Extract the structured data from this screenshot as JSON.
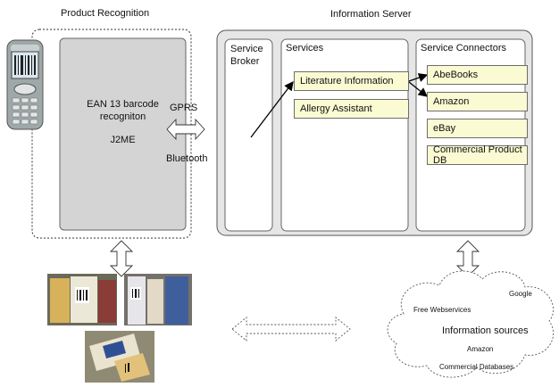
{
  "product_recognition": {
    "title": "Product Recognition",
    "app_line1": "EAN 13 barcode",
    "app_line2": "recogniton",
    "platform": "J2ME"
  },
  "link": {
    "gprs": "GPRS",
    "bluetooth": "Bluetooth"
  },
  "information_server": {
    "title": "Information Server",
    "service_broker_line1": "Service",
    "service_broker_line2": "Broker",
    "services_title": "Services",
    "services": [
      "Literature Information",
      "Allergy Assistant"
    ],
    "connectors_title": "Service Connectors",
    "connectors": [
      "AbeBooks",
      "Amazon",
      "eBay",
      "Commercial Product DB"
    ]
  },
  "cloud": {
    "google": "Google",
    "free_webservices": "Free Webservices",
    "title": "Information sources",
    "amazon": "Amazon",
    "commercial_databases": "Commercial Databases"
  },
  "colors": {
    "server_bg": "#e6e6e6",
    "app_bg": "#d4d4d4",
    "item_bg": "#fbfbd3"
  }
}
